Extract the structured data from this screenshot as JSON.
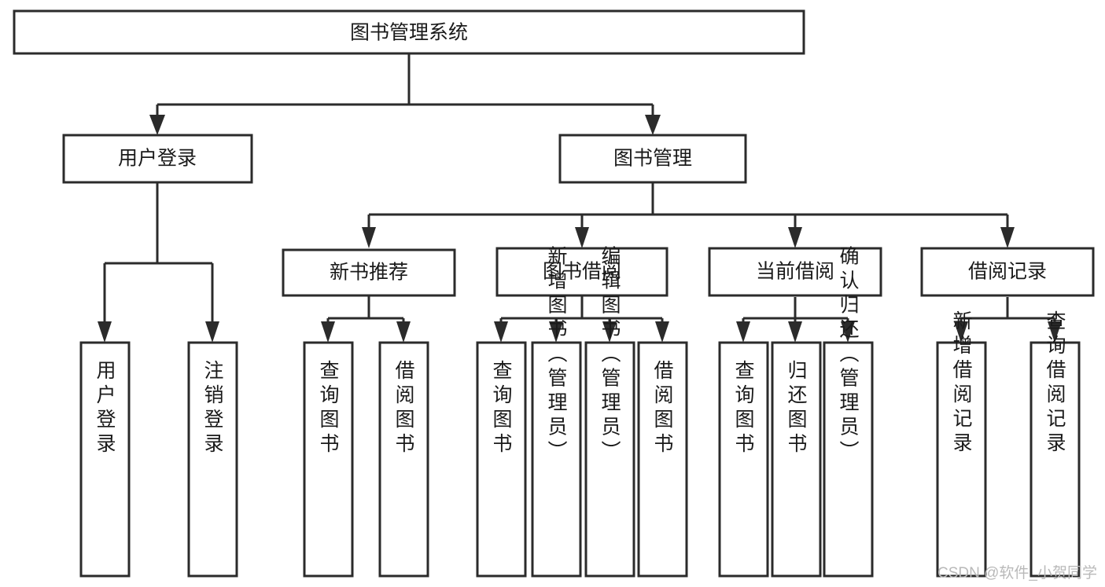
{
  "diagram": {
    "type": "tree",
    "title": "图书管理系统",
    "watermark": "CSDN @软件_小贺同学",
    "colors": {
      "stroke": "#2b2b2b",
      "fill": "#ffffff",
      "text": "#1a1a1a",
      "watermark": "#b9b9b9"
    },
    "levels": {
      "root": "图书管理系统",
      "level2": [
        "用户登录",
        "图书管理"
      ],
      "level3": [
        "新书推荐",
        "图书借阅",
        "当前借阅",
        "借阅记录"
      ]
    },
    "nodes": {
      "root": {
        "label": "图书管理系统"
      },
      "user_login": {
        "label": "用户登录"
      },
      "book_manage": {
        "label": "图书管理"
      },
      "new_book_rec": {
        "label": "新书推荐"
      },
      "book_borrow": {
        "label": "图书借阅"
      },
      "current_borrow": {
        "label": "当前借阅"
      },
      "borrow_record": {
        "label": "借阅记录"
      },
      "leaf_user_login": {
        "label": "用户登录"
      },
      "leaf_logout": {
        "label": "注销登录"
      },
      "leaf_query_book_1": {
        "label": "查询图书"
      },
      "leaf_borrow_book_1": {
        "label": "借阅图书"
      },
      "leaf_query_book_2": {
        "label": "查询图书"
      },
      "leaf_add_book": {
        "label": "新增图书（管理员）"
      },
      "leaf_edit_book": {
        "label": "编辑图书（管理员）"
      },
      "leaf_borrow_book_2": {
        "label": "借阅图书"
      },
      "leaf_query_book_3": {
        "label": "查询图书"
      },
      "leaf_return_book": {
        "label": "归还图书"
      },
      "leaf_confirm_return": {
        "label": "确认归还（管理员）"
      },
      "leaf_add_record": {
        "label": "新增借阅记录"
      },
      "leaf_query_record": {
        "label": "查询借阅记录"
      }
    },
    "edges": [
      {
        "from": "root",
        "to": "user_login"
      },
      {
        "from": "root",
        "to": "book_manage"
      },
      {
        "from": "user_login",
        "to": "leaf_user_login"
      },
      {
        "from": "user_login",
        "to": "leaf_logout"
      },
      {
        "from": "book_manage",
        "to": "new_book_rec"
      },
      {
        "from": "book_manage",
        "to": "book_borrow"
      },
      {
        "from": "book_manage",
        "to": "current_borrow"
      },
      {
        "from": "book_manage",
        "to": "borrow_record"
      },
      {
        "from": "new_book_rec",
        "to": "leaf_query_book_1"
      },
      {
        "from": "new_book_rec",
        "to": "leaf_borrow_book_1"
      },
      {
        "from": "book_borrow",
        "to": "leaf_query_book_2"
      },
      {
        "from": "book_borrow",
        "to": "leaf_add_book"
      },
      {
        "from": "book_borrow",
        "to": "leaf_edit_book"
      },
      {
        "from": "book_borrow",
        "to": "leaf_borrow_book_2"
      },
      {
        "from": "current_borrow",
        "to": "leaf_query_book_3"
      },
      {
        "from": "current_borrow",
        "to": "leaf_return_book"
      },
      {
        "from": "current_borrow",
        "to": "leaf_confirm_return"
      },
      {
        "from": "borrow_record",
        "to": "leaf_add_record"
      },
      {
        "from": "borrow_record",
        "to": "leaf_query_record"
      }
    ]
  }
}
